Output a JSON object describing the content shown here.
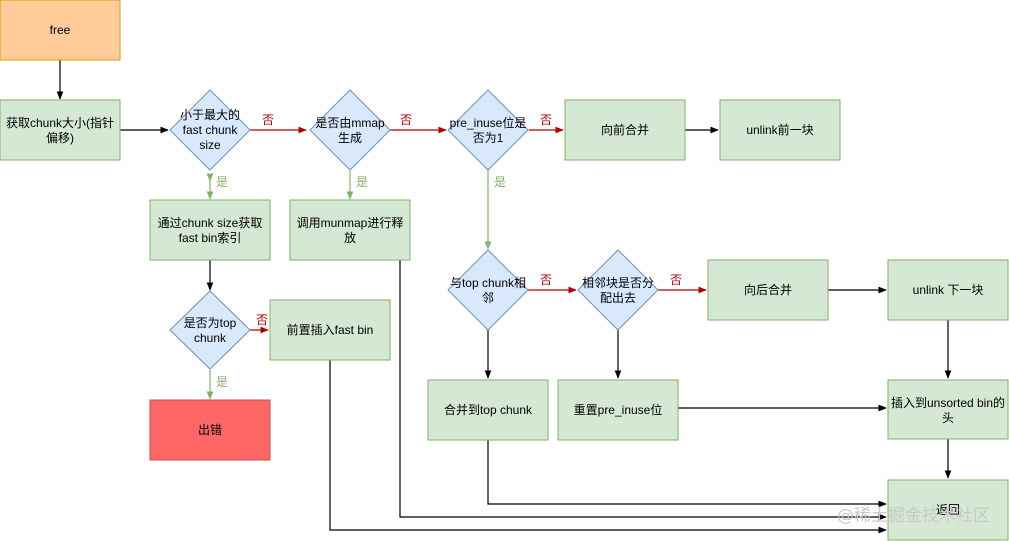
{
  "colors": {
    "process_fill": "#d5e8d4",
    "process_stroke": "#82b366",
    "decision_fill": "#dae8fc",
    "decision_stroke": "#6c8ebf",
    "start_fill": "#ffcc99",
    "start_stroke": "#d79b00",
    "error_fill": "#ff6666",
    "error_stroke": "#b85450",
    "yes_color": "#82b366",
    "no_color": "#b20000",
    "edge_color": "#000000"
  },
  "labels": {
    "yes": "是",
    "no": "否"
  },
  "nodes": {
    "free": "free",
    "get_size": [
      "获取chunk大小(指针",
      "偏移)"
    ],
    "lt_fastmax": [
      "小于最大的",
      "fast chunk",
      "size"
    ],
    "is_mmap": [
      "是否由mmap",
      "生成"
    ],
    "prev_inuse": [
      "pre_inuse位是",
      "否为1"
    ],
    "merge_prev": "向前合并",
    "unlink_prev": "unlink前一块",
    "fastbin_index": [
      "通过chunk size获取",
      "fast bin索引"
    ],
    "munmap": [
      "调用munmap进行释",
      "放"
    ],
    "is_top_fast": [
      "是否为top",
      "chunk"
    ],
    "fastbin_insert": "前置插入fast bin",
    "error": "出错",
    "next_is_top": [
      "与top chunk相",
      "邻"
    ],
    "next_free": [
      "相邻块是否分",
      "配出去"
    ],
    "merge_next": "向后合并",
    "unlink_next": "unlink 下一块",
    "merge_top": "合并到top chunk",
    "reset_inuse": "重置pre_inuse位",
    "insert_unsorted": [
      "插入到unsorted bin的",
      "头"
    ],
    "return": "返回"
  },
  "watermark": "@稀土掘金技术社区"
}
